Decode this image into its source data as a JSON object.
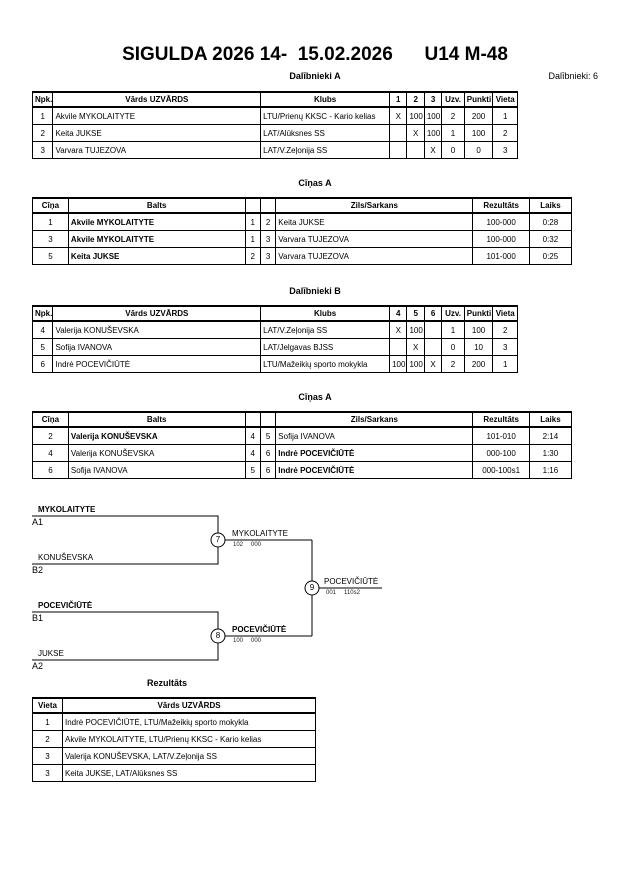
{
  "header": {
    "title": "SIGULDA 2026 14-  15.02.2026      U14 M-48",
    "participants_count": "Dalībnieki: 6"
  },
  "group_a": {
    "title": "Dalībnieki A",
    "columns": [
      "Npk.",
      "Vārds UZVĀRDS",
      "Klubs",
      "1",
      "2",
      "3",
      "Uzv.",
      "Punkti",
      "Vieta"
    ],
    "rows": [
      [
        "1",
        "Akvile MYKOLAITYTE",
        "LTU/Prienų KKSC - Kario kelias",
        "X",
        "100",
        "100",
        "2",
        "200",
        "1"
      ],
      [
        "2",
        "Keita JUKSE",
        "LAT/Alūksnes SS",
        "",
        "X",
        "100",
        "1",
        "100",
        "2"
      ],
      [
        "3",
        "Varvara TUJEZOVA",
        "LAT/V.Zeļonija SS",
        "",
        "",
        "X",
        "0",
        "0",
        "3"
      ]
    ]
  },
  "matches_a": {
    "title": "Cīņas A",
    "columns": [
      "Cīņa",
      "Balts",
      "",
      "",
      "Zils/Sarkans",
      "Rezultāts",
      "Laiks"
    ],
    "rows": [
      [
        "1",
        "Akvile MYKOLAITYTE",
        "1",
        "2",
        "Keita JUKSE",
        "100-000",
        "0:28"
      ],
      [
        "3",
        "Akvile MYKOLAITYTE",
        "1",
        "3",
        "Varvara TUJEZOVA",
        "100-000",
        "0:32"
      ],
      [
        "5",
        "Keita JUKSE",
        "2",
        "3",
        "Varvara TUJEZOVA",
        "101-000",
        "0:25"
      ]
    ]
  },
  "group_b": {
    "title": "Dalībnieki B",
    "columns": [
      "Npk.",
      "Vārds UZVĀRDS",
      "Klubs",
      "4",
      "5",
      "6",
      "Uzv.",
      "Punkti",
      "Vieta"
    ],
    "rows": [
      [
        "4",
        "Valerija KONUŠEVSKA",
        "LAT/V.Zeļonija SS",
        "X",
        "100",
        "",
        "1",
        "100",
        "2"
      ],
      [
        "5",
        "Sofija IVANOVA",
        "LAT/Jelgavas BJSS",
        "",
        "X",
        "",
        "0",
        "10",
        "3"
      ],
      [
        "6",
        "Indrė POCEVIČIŪTĖ",
        "LTU/Mažeikių sporto mokykla",
        "100",
        "100",
        "X",
        "2",
        "200",
        "1"
      ]
    ]
  },
  "matches_b": {
    "title": "Cīņas A",
    "columns": [
      "Cīņa",
      "Balts",
      "",
      "",
      "Zils/Sarkans",
      "Rezultāts",
      "Laiks"
    ],
    "rows": [
      [
        "2",
        "Valerija KONUŠEVSKA",
        "4",
        "5",
        "Sofija IVANOVA",
        "101-010",
        "2:14"
      ],
      [
        "4",
        "Valerija KONUŠEVSKA",
        "4",
        "6",
        "Indrė POCEVIČIŪTĖ",
        "000-100",
        "1:30"
      ],
      [
        "6",
        "Sofija IVANOVA",
        "5",
        "6",
        "Indrė POCEVIČIŪTĖ",
        "000-100s1",
        "1:16"
      ]
    ]
  },
  "bracket": {
    "semi1": {
      "top_name": "MYKOLAITYTE",
      "top_pos": "A1",
      "bottom_name": "KONUŠEVSKA",
      "bottom_pos": "B2",
      "match": "7",
      "winner": "MYKOLAITYTE",
      "score1": "102",
      "score2": "000"
    },
    "semi2": {
      "top_name": "POCEVIČIŪTĖ",
      "top_pos": "B1",
      "bottom_name": "JUKSE",
      "bottom_pos": "A2",
      "match": "8",
      "winner": "POCEVIČIŪTĖ",
      "score1": "100",
      "score2": "000"
    },
    "final": {
      "match": "9",
      "winner": "POCEVIČIŪTĖ",
      "score1": "001",
      "score2": "110s2"
    }
  },
  "results": {
    "title": "Rezultāts",
    "columns": [
      "Vieta",
      "Vārds UZVĀRDS"
    ],
    "rows": [
      [
        "1",
        "Indrė POCEVIČIŪTĖ, LTU/Mažeikių sporto mokykla"
      ],
      [
        "2",
        "Akvile MYKOLAITYTE, LTU/Prienų KKSC - Kario kelias"
      ],
      [
        "3",
        "Valerija KONUŠEVSKA, LAT/V.Zeļonija SS"
      ],
      [
        "3",
        "Keita JUKSE, LAT/Alūksnes SS"
      ]
    ]
  }
}
